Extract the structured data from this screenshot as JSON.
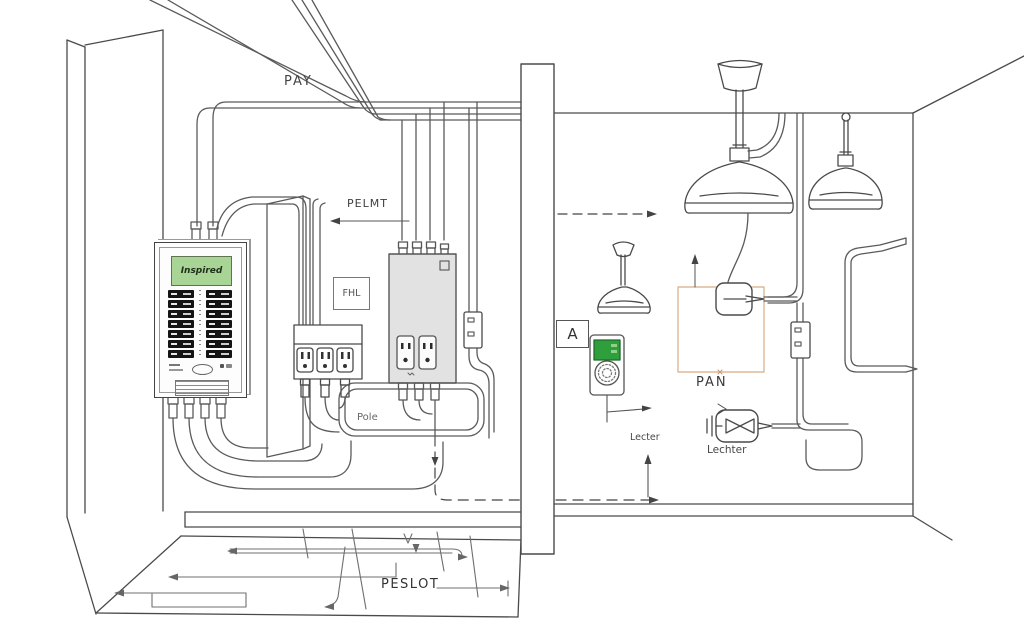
{
  "labels": {
    "pay": "PAY",
    "pelmt": "PELMT",
    "fhl": "FHL",
    "pole": "Pole",
    "a_box": "A",
    "pan": "PAN",
    "lecter": "Lecter",
    "lechter": "Lechter",
    "peslot": "PESLOT"
  },
  "panel": {
    "display_text": "Inspired"
  },
  "colors": {
    "line": "#4a4a4a",
    "panel_screen_green": "#a8d495",
    "thermostat_screen_green": "#2f9e3c",
    "pan_zone_tan": "#d8ac85",
    "disconnect_body_gray": "#e2e2e2"
  }
}
